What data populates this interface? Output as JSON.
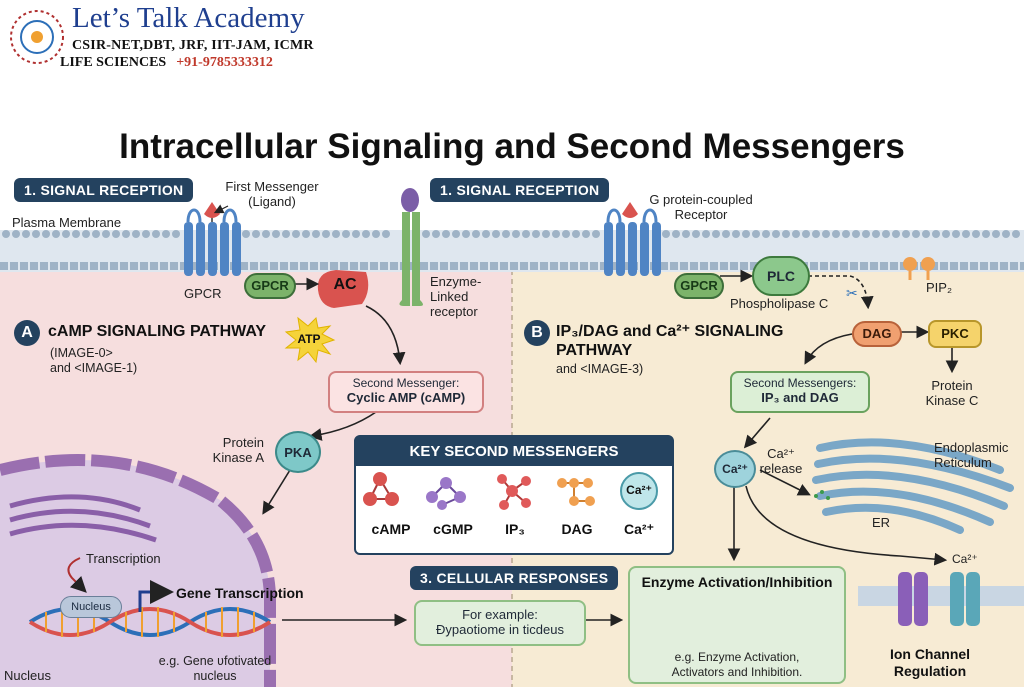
{
  "header": {
    "brand": "Let’s Talk Academy",
    "line1": "CSIR-NET,DBT, JRF, IIT-JAM, ICMR",
    "line2": "LIFE SCIENCES",
    "phone": "+91-9785333312"
  },
  "title": "Intracellular Signaling and Second Messengers",
  "left": {
    "tag": "1. SIGNAL RECEPTION",
    "membrane": "Plasma Membrane",
    "first_messenger_1": "First Messenger",
    "first_messenger_2": "(Ligand)",
    "gpcr_label": "GPCR",
    "gpcr_pill": "GPCR",
    "ac": "AC",
    "atp": "ATP",
    "enzyme_1": "Enzyme-",
    "enzyme_2": "Linked",
    "enzyme_3": "receptor",
    "letter": "A",
    "section": "cAMP SIGNALING PATHWAY",
    "ref_1": "(IMAGE-0>",
    "ref_2": "and <IMAGE-1)",
    "second_msg_title": "Second Messenger:",
    "second_msg_value": "Cyclic AMP (cAMP)",
    "pka_label_1": "Protein",
    "pka_label_2": "Kinase A",
    "pka": "PKA",
    "transcription": "Transcription",
    "nucleus_pill": "Nucleus",
    "gene_transcription": "Gene Transcription",
    "gene_note_1": "e.g. Gene ʋfotivated",
    "gene_note_2": "nucleus",
    "nucleus_label": "Nucleus"
  },
  "right": {
    "tag": "1. SIGNAL RECEPTION",
    "gpcr_desc_1": "G protein-coupled",
    "gpcr_desc_2": "Receptor",
    "gpcr_pill": "GPCR",
    "plc": "PLC",
    "plc_label": "Phospholipase C",
    "pip2": "PIP₂",
    "dag": "DAG",
    "pkc": "PKC",
    "pkc_label_1": "Protein",
    "pkc_label_2": "Kinase C",
    "letter": "B",
    "section_1": "IP₃/DAG and Ca²⁺ SIGNALING",
    "section_2": "PATHWAY",
    "ref": "and <IMAGE-3)",
    "second_msgs_title": "Second Messengers:",
    "second_msgs_value": "IP₃ and DAG",
    "ca": "Ca²⁺",
    "ca_release_1": "Ca²⁺",
    "ca_release_2": "release",
    "er_label_1": "Endoplasmic",
    "er_label_2": "Reticulum",
    "er": "ER",
    "ca_channel": "Ca²⁺",
    "ion_1": "Ion Channel",
    "ion_2": "Regulation"
  },
  "legend": {
    "title": "KEY SECOND MESSENGERS",
    "items": [
      "cAMP",
      "cGMP",
      "IP₃",
      "DAG",
      "Ca²⁺"
    ],
    "ca_badge": "Ca²⁺"
  },
  "responses": {
    "tag": "3. CELLULAR RESPONSES",
    "example_1": "For example:",
    "example_2": "Đypaotiome in ticdeus",
    "enzyme_title": "Enzyme Activation/Inhibition",
    "enzyme_note_1": "e.g. Enzyme Activation,",
    "enzyme_note_2": "Activators and Inhibition."
  },
  "colors": {
    "navy": "#24425f",
    "left_bg": "#f6dede",
    "right_bg": "#f7ebd4",
    "receptor_blue": "#4f84c4",
    "enzyme_green": "#7cb36a",
    "ac_red": "#d9534f",
    "pka_teal": "#7ec8c8",
    "plc_green": "#8cc88c",
    "dag_orange": "#f0a070",
    "pkc_yellow": "#f5d36b"
  }
}
